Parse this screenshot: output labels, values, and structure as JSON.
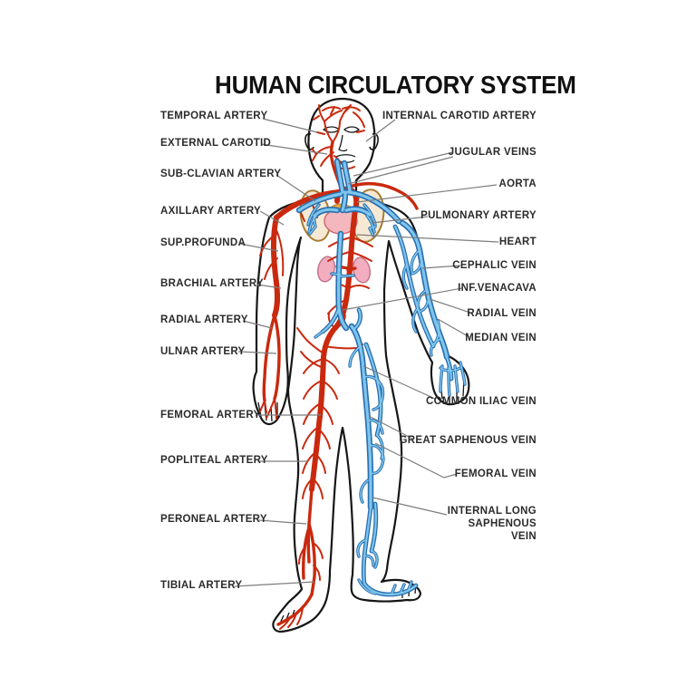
{
  "title": "HUMAN CIRCULATORY SYSTEM",
  "labels": {
    "left": [
      "TEMPORAL ARTERY",
      "EXTERNAL CAROTID",
      "SUB-CLAVIAN ARTERY",
      "AXILLARY ARTERY",
      "SUP.PROFUNDA",
      "BRACHIAL ARTERY",
      "RADIAL ARTERY",
      "ULNAR ARTERY",
      "FEMORAL ARTERY",
      "POPLITEAL ARTERY",
      "PERONEAL ARTERY",
      "TIBIAL ARTERY"
    ],
    "right": [
      "INTERNAL CAROTID ARTERY",
      "JUGULAR VEINS",
      "AORTA",
      "PULMONARY ARTERY",
      "HEART",
      "CEPHALIC VEIN",
      "INF.VENACAVA",
      "RADIAL VEIN",
      "MEDIAN VEIN",
      "COMMON ILIAC VEIN",
      "GREAT SAPHENOUS VEIN",
      "FEMORAL VEIN",
      "INTERNAL LONG SAPHENOUS VEIN"
    ]
  },
  "figure": {
    "name": "human-body-circulatory-figure",
    "organs": [
      "heart",
      "lungs",
      "kidneys"
    ]
  },
  "colors": {
    "background": "#ffffff",
    "artery_red": "#c9290e",
    "vein_dark_blue": "#2a6fae",
    "vein_light_blue": "#7ec6ee",
    "body_outline": "#161616",
    "lung_outline": "#a87c30",
    "lung_fill": "#f6e9d4",
    "heart_fill": "#f3b7bd",
    "kidney_fill": "#f2aebe",
    "leader_line": "#7d7d7d",
    "label_text": "#2b2b2b",
    "title_text": "#111111"
  }
}
